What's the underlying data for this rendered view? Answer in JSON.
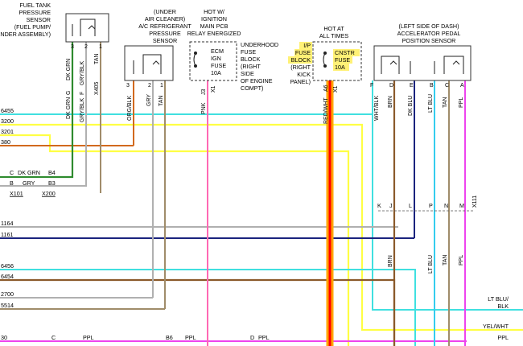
{
  "components": {
    "fuel_tank": [
      "FUEL TANK",
      "PRESSURE",
      "SENSOR",
      "(FUEL PUMP/",
      "SENDER ASSEMBLY)"
    ],
    "ac_sensor": [
      "(UNDER",
      "AIR CLEANER)",
      "A/C REFRIGERANT",
      "PRESSURE",
      "SENSOR"
    ],
    "hot_ignition": [
      "HOT W/",
      "IGNITION",
      "MAIN PCB",
      "RELAY ENERGIZED"
    ],
    "ecm_fuse": [
      "ECM",
      "IGN",
      "FUSE",
      "10A"
    ],
    "underhood_block": [
      "UNDERHOOD",
      "FUSE",
      "BLOCK",
      "(RIGHT",
      "SIDE",
      "OF ENGINE",
      "COMPT)"
    ],
    "hot_all_times": [
      "HOT AT",
      "ALL TIMES"
    ],
    "ip_fuse_block": [
      "I/P",
      "FUSE",
      "BLOCK"
    ],
    "ip_block_loc": [
      "(RIGHT",
      "KICK",
      "PANEL)"
    ],
    "cnstr_fuse": [
      "CNSTR",
      "FUSE",
      "10A"
    ],
    "pedal_sensor": [
      "(LEFT SIDE OF DASH)",
      "ACCELERATOR PEDAL",
      "POSITION SENSOR"
    ]
  },
  "pins": {
    "fuel_tank": [
      "3",
      "2",
      "1"
    ],
    "ac_sensor": [
      "3",
      "2",
      "1"
    ],
    "ecm_fuse": "J3",
    "cnstr_fuse": "A6",
    "pedal_sensor": [
      "F",
      "D",
      "E",
      "B",
      "C",
      "A"
    ],
    "fuel_tank_lower": [
      "G",
      "F"
    ]
  },
  "wire_colors": {
    "fuel_tank": [
      "DK GRN",
      "GRY/BLK",
      "TAN"
    ],
    "ac_sensor": [
      "ORG/BLK",
      "GRY",
      "TAN"
    ],
    "ecm_fuse": "PNK",
    "cnstr_fuse": "RED/WHT",
    "pedal_sensor": [
      "WHT/BLK",
      "BRN",
      "DK BLU",
      "LT BLU",
      "TAN",
      "PPL"
    ],
    "pedal_lower": [
      "BRN",
      "LT BLU",
      "TAN",
      "PPL"
    ],
    "lower_left": [
      "DK GRN",
      "GRY"
    ],
    "bottom": [
      "PPL",
      "PPL",
      "PPL"
    ]
  },
  "connectors": {
    "x405": "X405",
    "x1_fuse": "X1",
    "x1_cnstr": "X1",
    "x101": "X101",
    "x200": "X200",
    "x111": "X111",
    "c_pin": "C",
    "b_pin": "B",
    "b4": "B4",
    "b3": "B3",
    "pedal_splice": [
      "K",
      "J",
      "L",
      "P",
      "N",
      "M"
    ],
    "bottom_pins": [
      "C",
      "B6",
      "D"
    ]
  },
  "circuits": {
    "left": [
      "6455",
      "3200",
      "3201",
      "380",
      "1164",
      "1161",
      "6456",
      "6454",
      "2700",
      "5514"
    ],
    "bottom_left": "30"
  },
  "right_labels": {
    "lt_blu_blk": [
      "LT BLU/",
      "BLK"
    ],
    "yel_wht": "YEL/WHT",
    "ppl": "PPL"
  },
  "colors": {
    "dk_grn": "#2e8b2e",
    "gry": "#b0b0b0",
    "tan": "#a08c6a",
    "org": "#d2691e",
    "pnk": "#ff69b4",
    "red": "#ff0000",
    "orange": "#ffa500",
    "yellow": "#ffff44",
    "cyan": "#40e0e0",
    "dk_blu": "#1a237e",
    "lt_blu": "#33ccee",
    "brn": "#8b5a2b",
    "ppl": "#ee44ee",
    "highlight": "#fff176"
  }
}
